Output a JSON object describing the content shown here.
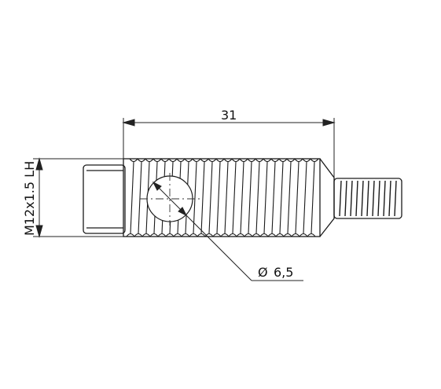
{
  "drawing": {
    "length_dimension": "31",
    "thread_dimension": "M12x1.5 LH",
    "hole_dimension": "6,5",
    "diameter_symbol": "Ø"
  },
  "colors": {
    "line": "#1a1a1a",
    "dim_line": "#222222",
    "background": "#ffffff"
  }
}
